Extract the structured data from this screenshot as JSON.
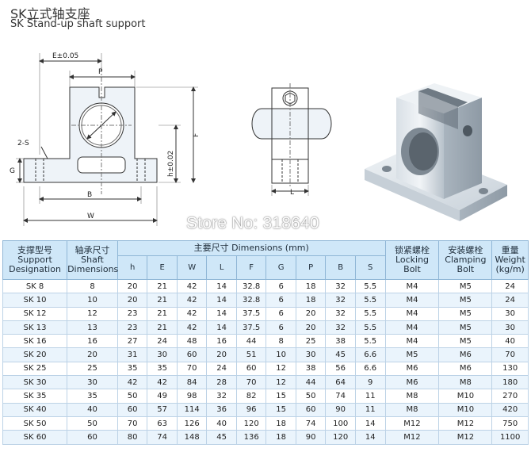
{
  "header": {
    "title": "SK立式轴支座",
    "subtitle": "SK Stand-up shaft support"
  },
  "drawing": {
    "labels": {
      "e_tol": "E±0.05",
      "p": "P",
      "two_s": "2-S",
      "g": "G",
      "h_tol": "h±0.02",
      "f": "F",
      "b": "B",
      "w": "W",
      "l": "L"
    }
  },
  "watermark": "Store No: 318640",
  "table": {
    "headers": {
      "designation": [
        "支撑型号",
        "Support",
        "Designation"
      ],
      "shaft": [
        "轴承尺寸",
        "Shaft",
        "Dimensions"
      ],
      "main_dims": "主要尺寸 Dimensions (mm)",
      "dims": [
        "h",
        "E",
        "W",
        "L",
        "F",
        "G",
        "P",
        "B",
        "S"
      ],
      "locking": [
        "锁紧螺栓",
        "Locking",
        "Bolt"
      ],
      "clamping": [
        "安装螺栓",
        "Clamping",
        "Bolt"
      ],
      "weight": [
        "重量",
        "Weight",
        "(kg/m)"
      ]
    },
    "rows": [
      [
        "SK 8",
        "8",
        "20",
        "21",
        "42",
        "14",
        "32.8",
        "6",
        "18",
        "32",
        "5.5",
        "M4",
        "M5",
        "24"
      ],
      [
        "SK 10",
        "10",
        "20",
        "21",
        "42",
        "14",
        "32.8",
        "6",
        "18",
        "32",
        "5.5",
        "M4",
        "M5",
        "24"
      ],
      [
        "SK 12",
        "12",
        "23",
        "21",
        "42",
        "14",
        "37.5",
        "6",
        "20",
        "32",
        "5.5",
        "M4",
        "M5",
        "30"
      ],
      [
        "SK 13",
        "13",
        "23",
        "21",
        "42",
        "14",
        "37.5",
        "6",
        "20",
        "32",
        "5.5",
        "M4",
        "M5",
        "30"
      ],
      [
        "SK 16",
        "16",
        "27",
        "24",
        "48",
        "16",
        "44",
        "8",
        "25",
        "38",
        "5.5",
        "M4",
        "M5",
        "40"
      ],
      [
        "SK 20",
        "20",
        "31",
        "30",
        "60",
        "20",
        "51",
        "10",
        "30",
        "45",
        "6.6",
        "M5",
        "M6",
        "70"
      ],
      [
        "SK 25",
        "25",
        "35",
        "35",
        "70",
        "24",
        "60",
        "12",
        "38",
        "56",
        "6.6",
        "M6",
        "M6",
        "130"
      ],
      [
        "SK 30",
        "30",
        "42",
        "42",
        "84",
        "28",
        "70",
        "12",
        "44",
        "64",
        "9",
        "M6",
        "M8",
        "180"
      ],
      [
        "SK 35",
        "35",
        "50",
        "49",
        "98",
        "32",
        "82",
        "15",
        "50",
        "74",
        "11",
        "M8",
        "M10",
        "270"
      ],
      [
        "SK 40",
        "40",
        "60",
        "57",
        "114",
        "36",
        "96",
        "15",
        "60",
        "90",
        "11",
        "M8",
        "M10",
        "420"
      ],
      [
        "SK 50",
        "50",
        "70",
        "63",
        "126",
        "40",
        "120",
        "18",
        "74",
        "100",
        "14",
        "M12",
        "M12",
        "750"
      ],
      [
        "SK 60",
        "60",
        "80",
        "74",
        "148",
        "45",
        "136",
        "18",
        "90",
        "120",
        "14",
        "M12",
        "M12",
        "1100"
      ]
    ]
  }
}
